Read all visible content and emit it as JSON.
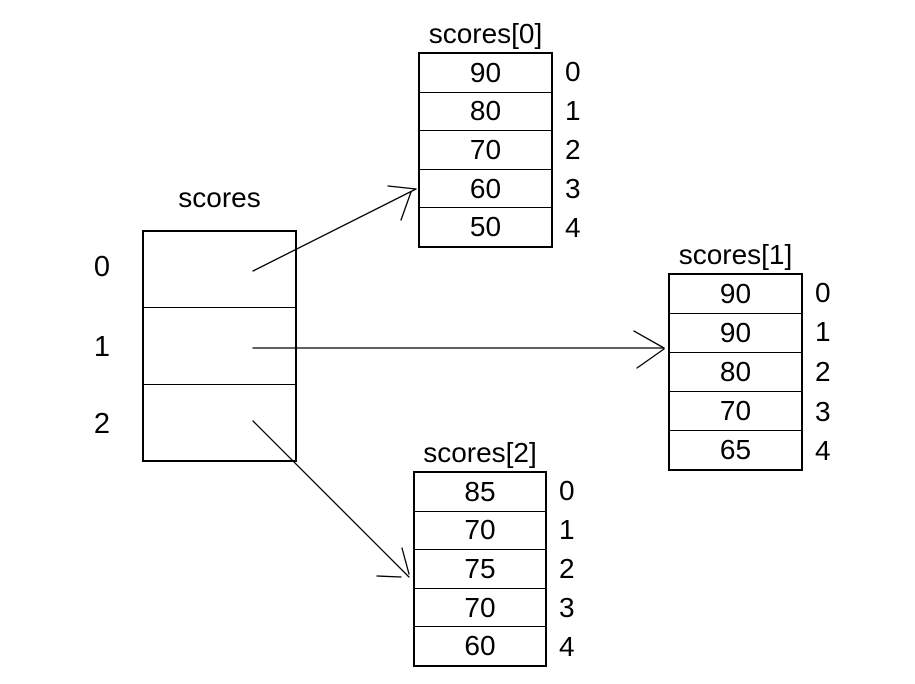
{
  "pointer_array": {
    "title": "scores",
    "indices": [
      "0",
      "1",
      "2"
    ]
  },
  "tables": [
    {
      "title": "scores[0]",
      "values": [
        "90",
        "80",
        "70",
        "60",
        "50"
      ],
      "indices": [
        "0",
        "1",
        "2",
        "3",
        "4"
      ]
    },
    {
      "title": "scores[1]",
      "values": [
        "90",
        "90",
        "80",
        "70",
        "65"
      ],
      "indices": [
        "0",
        "1",
        "2",
        "3",
        "4"
      ]
    },
    {
      "title": "scores[2]",
      "values": [
        "85",
        "70",
        "75",
        "70",
        "60"
      ],
      "indices": [
        "0",
        "1",
        "2",
        "3",
        "4"
      ]
    }
  ],
  "colors": {
    "line": "#000000",
    "text": "#000000",
    "background": "#ffffff"
  }
}
